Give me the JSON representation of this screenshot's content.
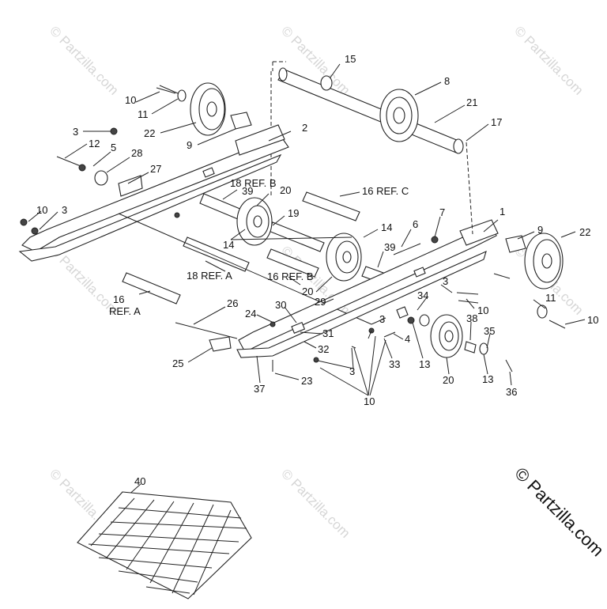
{
  "watermark": "© Partzilla.com",
  "brand": "© Partzilla.com",
  "callouts": [
    {
      "id": "c15",
      "text": "15"
    },
    {
      "id": "c8",
      "text": "8"
    },
    {
      "id": "c21",
      "text": "21"
    },
    {
      "id": "c17",
      "text": "17"
    },
    {
      "id": "c10a",
      "text": "10"
    },
    {
      "id": "c11a",
      "text": "11"
    },
    {
      "id": "c22a",
      "text": "22"
    },
    {
      "id": "c3a",
      "text": "3"
    },
    {
      "id": "c9a",
      "text": "9"
    },
    {
      "id": "c2",
      "text": "2"
    },
    {
      "id": "c12",
      "text": "12"
    },
    {
      "id": "c5",
      "text": "5"
    },
    {
      "id": "c28",
      "text": "28"
    },
    {
      "id": "c27",
      "text": "27"
    },
    {
      "id": "c18b",
      "text": "18 REF. B"
    },
    {
      "id": "c39a",
      "text": "39"
    },
    {
      "id": "c20a",
      "text": "20"
    },
    {
      "id": "c16c",
      "text": "16 REF. C"
    },
    {
      "id": "c10b",
      "text": "10"
    },
    {
      "id": "c3b",
      "text": "3"
    },
    {
      "id": "c19",
      "text": "19"
    },
    {
      "id": "c14a",
      "text": "14"
    },
    {
      "id": "c14b",
      "text": "14"
    },
    {
      "id": "c6",
      "text": "6"
    },
    {
      "id": "c7",
      "text": "7"
    },
    {
      "id": "c1",
      "text": "1"
    },
    {
      "id": "c9b",
      "text": "9"
    },
    {
      "id": "c22b",
      "text": "22"
    },
    {
      "id": "c39b",
      "text": "39"
    },
    {
      "id": "c18a",
      "text": "18 REF. A"
    },
    {
      "id": "c16b",
      "text": "16 REF. B"
    },
    {
      "id": "c20b",
      "text": "20"
    },
    {
      "id": "c16a1",
      "text": "16"
    },
    {
      "id": "c16a2",
      "text": "REF. A"
    },
    {
      "id": "c26",
      "text": "26"
    },
    {
      "id": "c30",
      "text": "30"
    },
    {
      "id": "c24",
      "text": "24"
    },
    {
      "id": "c29",
      "text": "29"
    },
    {
      "id": "c3c",
      "text": "3"
    },
    {
      "id": "c34",
      "text": "34"
    },
    {
      "id": "c10c",
      "text": "10"
    },
    {
      "id": "c11b",
      "text": "11"
    },
    {
      "id": "c10d",
      "text": "10"
    },
    {
      "id": "c31",
      "text": "31"
    },
    {
      "id": "c32",
      "text": "32"
    },
    {
      "id": "c3d",
      "text": "3"
    },
    {
      "id": "c4",
      "text": "4"
    },
    {
      "id": "c38",
      "text": "38"
    },
    {
      "id": "c35",
      "text": "35"
    },
    {
      "id": "c25",
      "text": "25"
    },
    {
      "id": "c3e",
      "text": "3"
    },
    {
      "id": "c33",
      "text": "33"
    },
    {
      "id": "c13a",
      "text": "13"
    },
    {
      "id": "c20c",
      "text": "20"
    },
    {
      "id": "c13b",
      "text": "13"
    },
    {
      "id": "c36",
      "text": "36"
    },
    {
      "id": "c37",
      "text": "37"
    },
    {
      "id": "c23",
      "text": "23"
    },
    {
      "id": "c10e",
      "text": "10"
    },
    {
      "id": "c40",
      "text": "40"
    }
  ]
}
